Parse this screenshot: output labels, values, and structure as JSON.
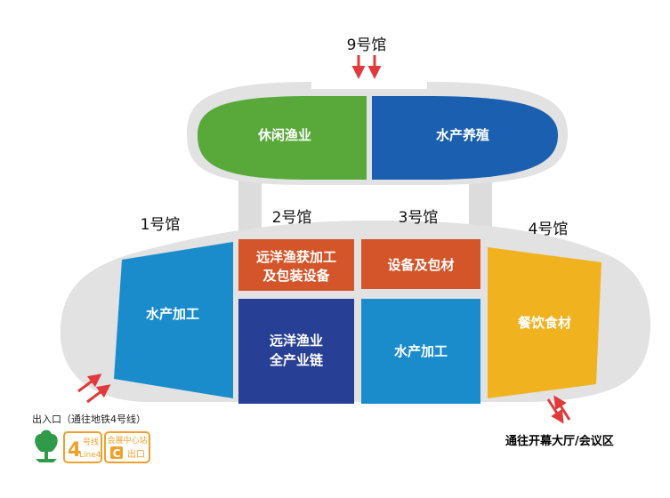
{
  "hall_9": {
    "label": "9号馆",
    "zones": [
      {
        "label": "休闲渔业",
        "color": "#58a93a"
      },
      {
        "label": "水产养殖",
        "color": "#1a5fb0"
      }
    ]
  },
  "main_floor": {
    "halls": [
      {
        "label": "1号馆"
      },
      {
        "label": "2号馆"
      },
      {
        "label": "3号馆"
      },
      {
        "label": "4号馆"
      }
    ],
    "zones": {
      "seafood_processing_left": {
        "label": "水产加工",
        "color": "#1a8ccc"
      },
      "distant_fishing_equipment": {
        "lines": [
          "远洋渔获加工",
          "及包装设备"
        ],
        "color": "#d4552a"
      },
      "distant_fishing_chain": {
        "lines": [
          "远洋渔业",
          "全产业链"
        ],
        "color": "#273f94"
      },
      "equipment_packaging": {
        "label": "设备及包材",
        "color": "#d4552a"
      },
      "seafood_processing_right": {
        "label": "水产加工",
        "color": "#1a8ccc"
      },
      "catering": {
        "label": "餐饮食材",
        "color": "#f1b21f"
      }
    }
  },
  "entrance": {
    "note": "出入口（通往地铁4号线）",
    "line_badge": {
      "number": "4",
      "line_cn": "号线",
      "line_en": "Line4"
    },
    "station_badge": {
      "name": "会展中心站",
      "exit_letter": "C",
      "exit_label": "出口"
    }
  },
  "exit_to_hall": {
    "label": "通往开幕大厅/会议区"
  },
  "colors": {
    "arrow": "#e03a3a",
    "floor_gray": "#e2e2e2",
    "accent_orange": "#f0a12c",
    "logo_green": "#2f9a47"
  }
}
